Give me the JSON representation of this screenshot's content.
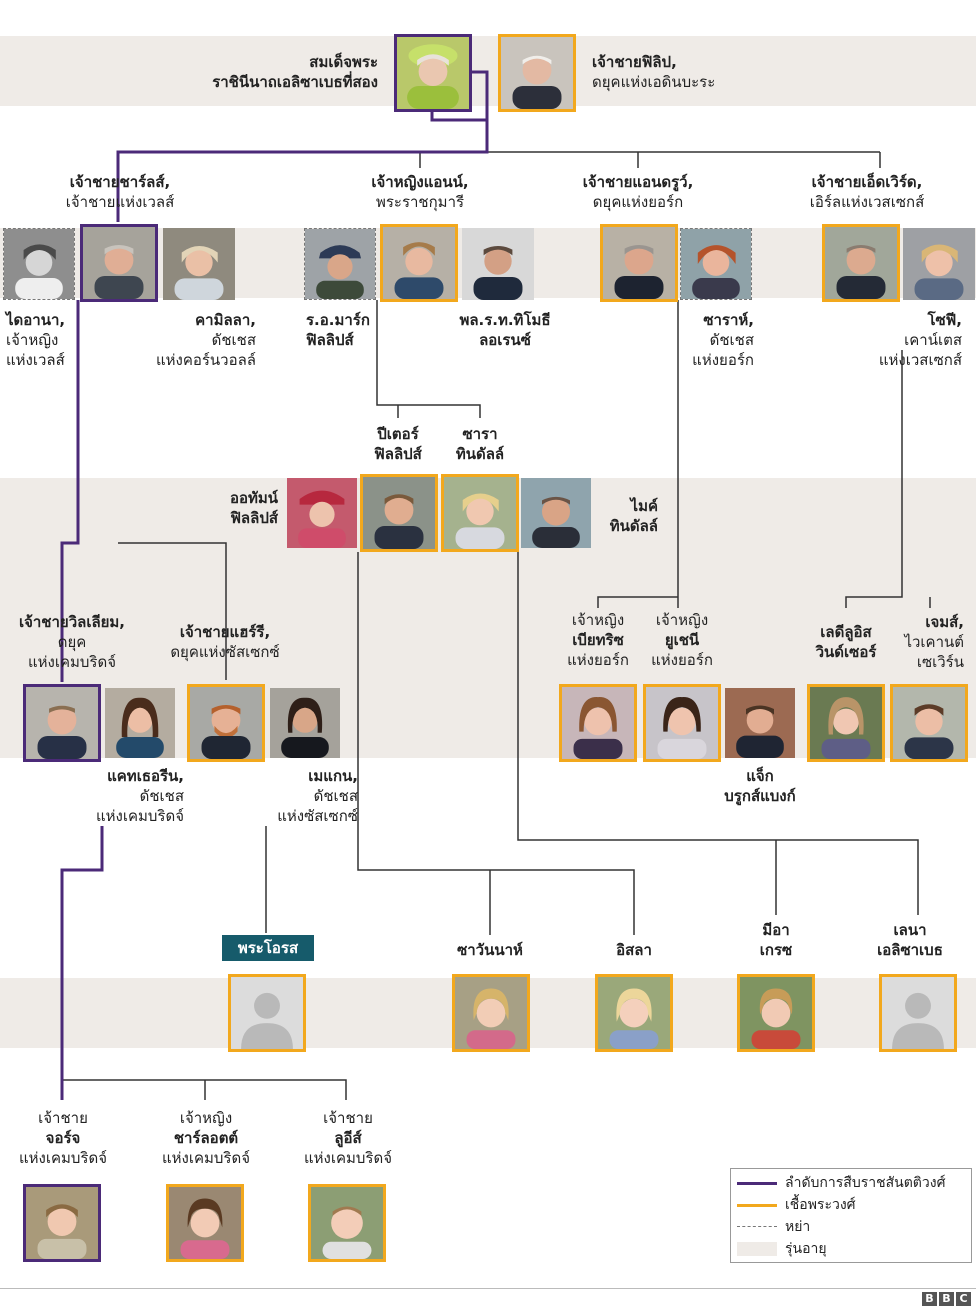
{
  "colors": {
    "succession": "#4b2a78",
    "blood": "#f2a81d",
    "divorce": "#777777",
    "band": "#efebe7",
    "badge": "#165b6b"
  },
  "people": {
    "queen": [
      "สมเด็จพระ",
      "ราชินีนาถเอลิซาเบธที่สอง"
    ],
    "philip": [
      "เจ้าชายฟิลิป,",
      "ดยุคแห่งเอดินบะระ"
    ],
    "charles": [
      "เจ้าชายชาร์ลส์,",
      "เจ้าชายแห่งเวลส์"
    ],
    "anne": [
      "เจ้าหญิงแอนน์,",
      "พระราชกุมารี"
    ],
    "andrew": [
      "เจ้าชายแอนดรูว์,",
      "ดยุคแห่งยอร์ก"
    ],
    "edward": [
      "เจ้าชายเอ็ดเวิร์ด,",
      "เอิร์ลแห่งเวสเซกส์"
    ],
    "diana": [
      "ไดอานา,",
      "เจ้าหญิง",
      "แห่งเวลส์"
    ],
    "camilla": [
      "คามิลลา,",
      "ดัชเชส",
      "แห่งคอร์นวอลล์"
    ],
    "mark": [
      "ร.อ.มาร์ก",
      "ฟิลลิปส์"
    ],
    "tim": [
      "พล.ร.ท.ทิโมธี",
      "ลอเรนซ์"
    ],
    "sarah": [
      "ซาราห์,",
      "ดัชเชส",
      "แห่งยอร์ก"
    ],
    "sophie": [
      "โซฟี,",
      "เคาน์เตส",
      "แห่งเวสเซกส์"
    ],
    "peter": [
      "ปีเตอร์",
      "ฟิลลิปส์"
    ],
    "zara": [
      "ซารา",
      "ทินดัลล์"
    ],
    "autumn": [
      "ออทัมน์",
      "ฟิลลิปส์"
    ],
    "mike": [
      "ไมค์",
      "ทินดัลล์"
    ],
    "william": [
      "เจ้าชายวิลเลียม,",
      "ดยุค",
      "แห่งเคมบริดจ์"
    ],
    "harry": [
      "เจ้าชายแฮร์รี,",
      "ดยุคแห่งซัสเซกซ์"
    ],
    "beatrice": [
      "เจ้าหญิง",
      "เบียทริซ",
      "แห่งยอร์ก"
    ],
    "eugenie": [
      "เจ้าหญิง",
      "ยูเชนี",
      "แห่งยอร์ก"
    ],
    "louise": [
      "เลดีลูอิส",
      "วินด์เซอร์"
    ],
    "james": [
      "เจมส์,",
      "ไวเคานต์",
      "เซเวิร์น"
    ],
    "catherine": [
      "แคทเธอรีน,",
      "ดัชเชส",
      "แห่งเคมบริดจ์"
    ],
    "meghan": [
      "เมแกน,",
      "ดัชเชส",
      "แห่งซัสเซกซ์"
    ],
    "jack": [
      "แจ็ก",
      "บรูกส์แบงก์"
    ],
    "baby": "พระโอรส",
    "savannah": "ซาวันนาห์",
    "isla": "อิสลา",
    "mia": [
      "มีอา",
      "เกรซ"
    ],
    "lena": [
      "เลนา",
      "เอลิซาเบธ"
    ],
    "george": [
      "เจ้าชาย",
      "จอร์จ",
      "แห่งเคมบริดจ์"
    ],
    "charlotte": [
      "เจ้าหญิง",
      "ชาร์ลอตต์",
      "แห่งเคมบริดจ์"
    ],
    "louis": [
      "เจ้าชาย",
      "ลูอีส์",
      "แห่งเคมบริดจ์"
    ]
  },
  "legend": {
    "succession": "ลำดับการสืบราชสันตติวงศ์",
    "blood": "เชื้อพระวงศ์",
    "divorce": "หย่า",
    "generation": "รุ่นอายุ"
  },
  "brand": [
    "B",
    "B",
    "C"
  ]
}
